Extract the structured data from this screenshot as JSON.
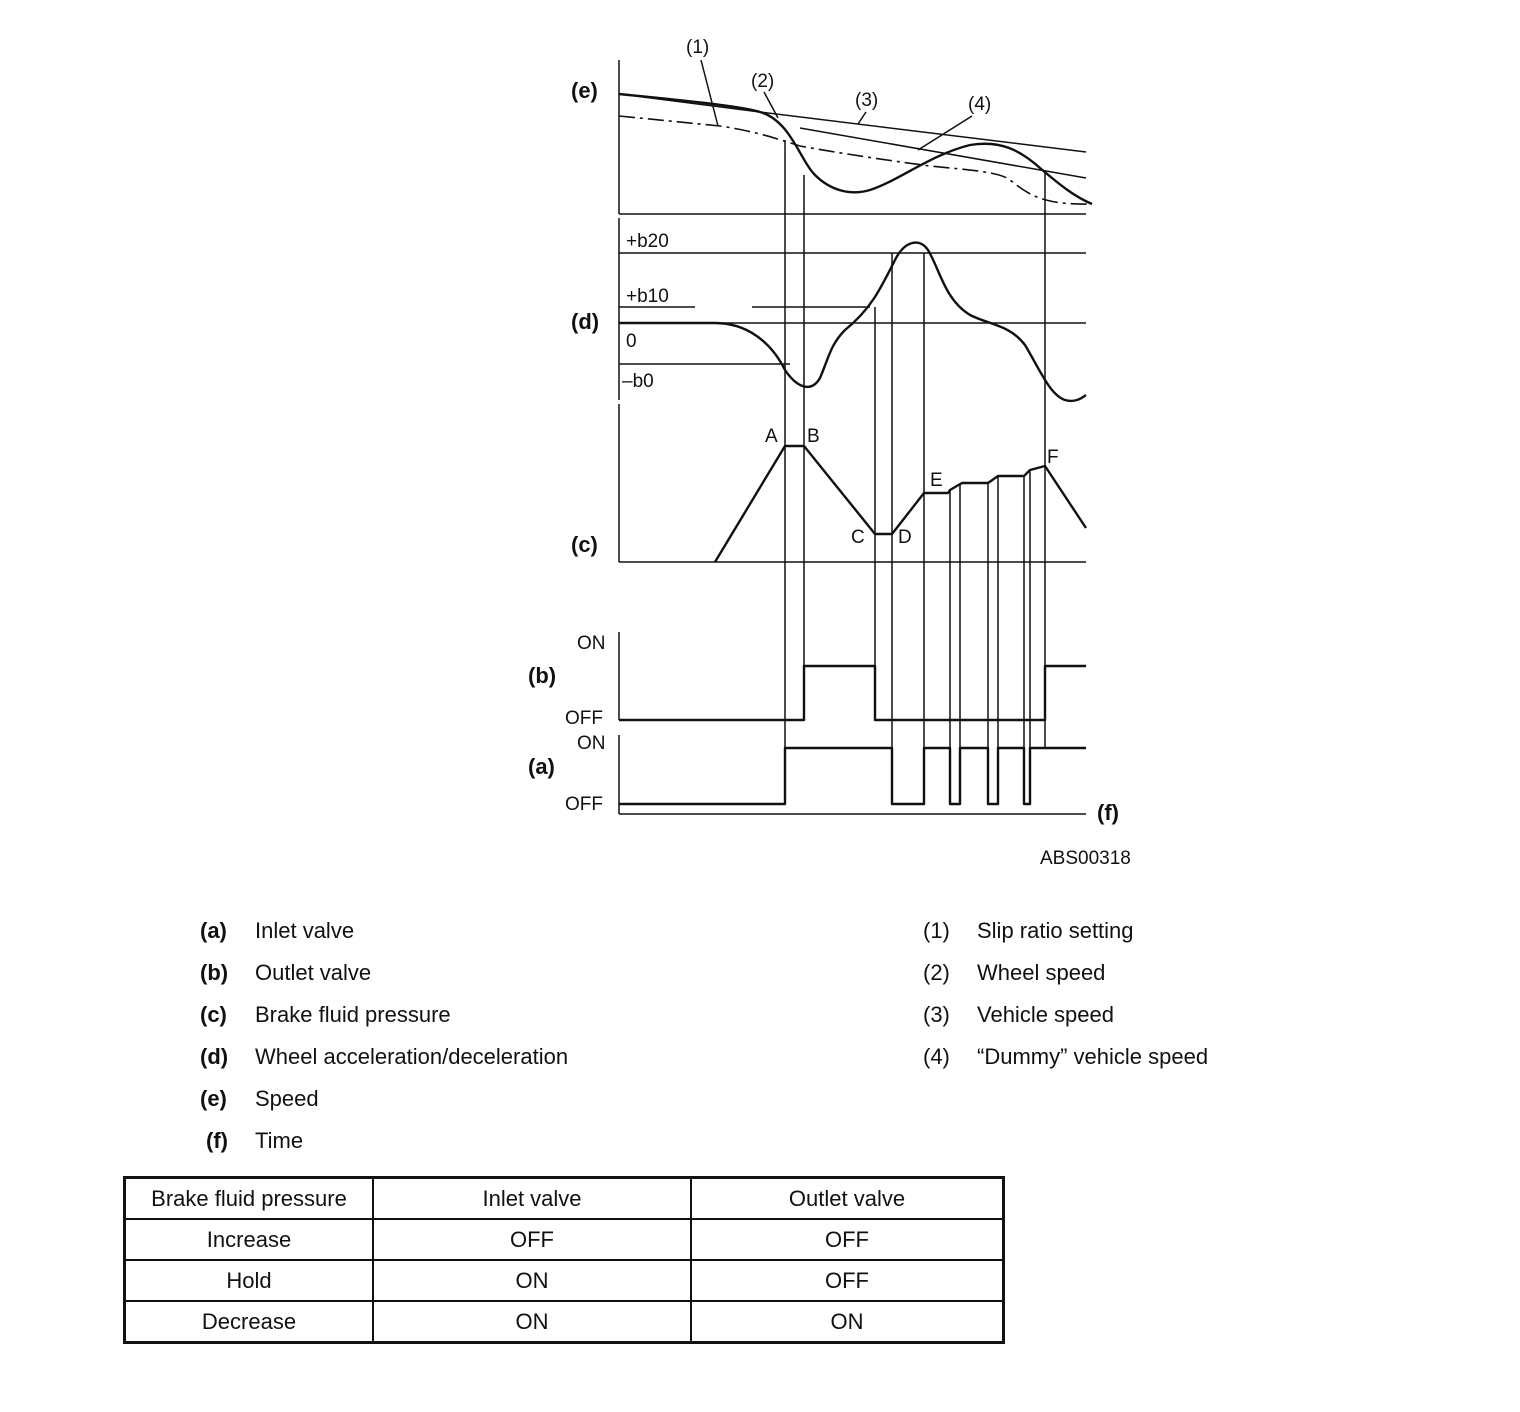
{
  "diagram": {
    "figure_id": "ABS00318",
    "panel_labels": {
      "e": "(e)",
      "d": "(d)",
      "c": "(c)",
      "b": "(b)",
      "a": "(a)",
      "f": "(f)"
    },
    "curve_callouts": [
      "(1)",
      "(2)",
      "(3)",
      "(4)"
    ],
    "accel_levels": [
      "+b20",
      "+b10",
      "0",
      "–b0"
    ],
    "pressure_points": [
      "A",
      "B",
      "C",
      "D",
      "E",
      "F"
    ],
    "valve_states": {
      "on": "ON",
      "off": "OFF"
    }
  },
  "legend_left": [
    {
      "key": "(a)",
      "text": "Inlet valve"
    },
    {
      "key": "(b)",
      "text": "Outlet valve"
    },
    {
      "key": "(c)",
      "text": "Brake fluid pressure"
    },
    {
      "key": "(d)",
      "text": "Wheel acceleration/deceleration"
    },
    {
      "key": "(e)",
      "text": "Speed"
    },
    {
      "key": "(f)",
      "text": "Time"
    }
  ],
  "legend_right": [
    {
      "key": "(1)",
      "text": "Slip ratio setting"
    },
    {
      "key": "(2)",
      "text": "Wheel speed"
    },
    {
      "key": "(3)",
      "text": "Vehicle speed"
    },
    {
      "key": "(4)",
      "text": "“Dummy” vehicle speed"
    }
  ],
  "table": {
    "headers": [
      "Brake fluid pressure",
      "Inlet valve",
      "Outlet valve"
    ],
    "rows": [
      [
        "Increase",
        "OFF",
        "OFF"
      ],
      [
        "Hold",
        "ON",
        "OFF"
      ],
      [
        "Decrease",
        "ON",
        "ON"
      ]
    ]
  }
}
